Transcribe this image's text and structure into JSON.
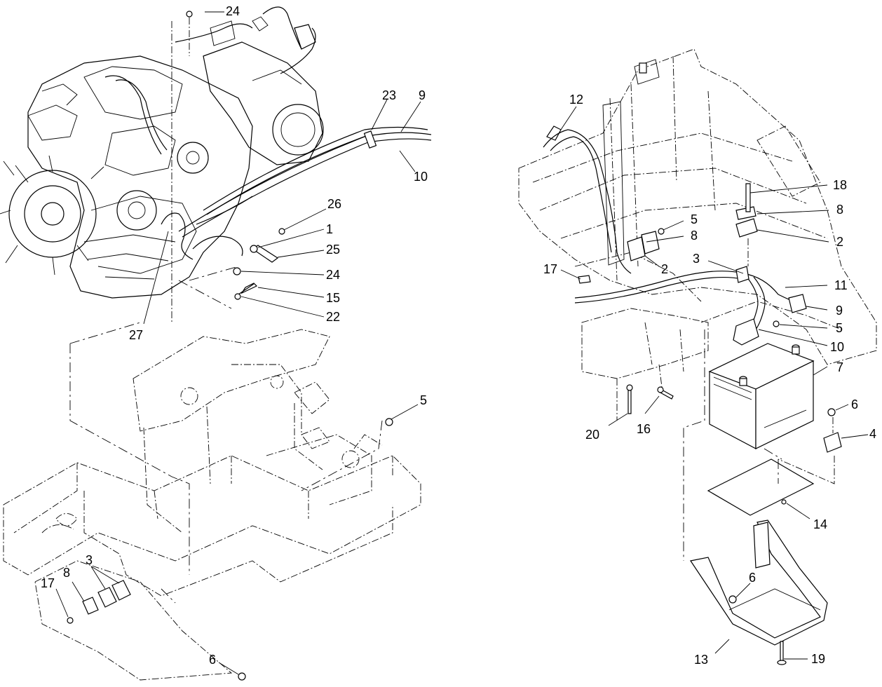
{
  "callouts": {
    "c24_top": "24",
    "c23": "23",
    "c9_left": "9",
    "c10_left": "10",
    "c26": "26",
    "c1": "1",
    "c25": "25",
    "c24_mid": "24",
    "c15": "15",
    "c22": "22",
    "c27": "27",
    "c5_left": "5",
    "c8_left": "8",
    "c3_left": "3",
    "c17_left": "17",
    "c6_bottom": "6",
    "c12": "12",
    "c18": "18",
    "c8_right_top": "8",
    "c2_right_top": "2",
    "c5_right_a": "5",
    "c8_right_b": "8",
    "c2_right_b": "2",
    "c3_right": "3",
    "c17_right": "17",
    "c11": "11",
    "c9_right": "9",
    "c5_right_c": "5",
    "c10_right": "10",
    "c7": "7",
    "c6_right_a": "6",
    "c4": "4",
    "c20": "20",
    "c16": "16",
    "c14": "14",
    "c6_right_b": "6",
    "c13": "13",
    "c19": "19"
  }
}
